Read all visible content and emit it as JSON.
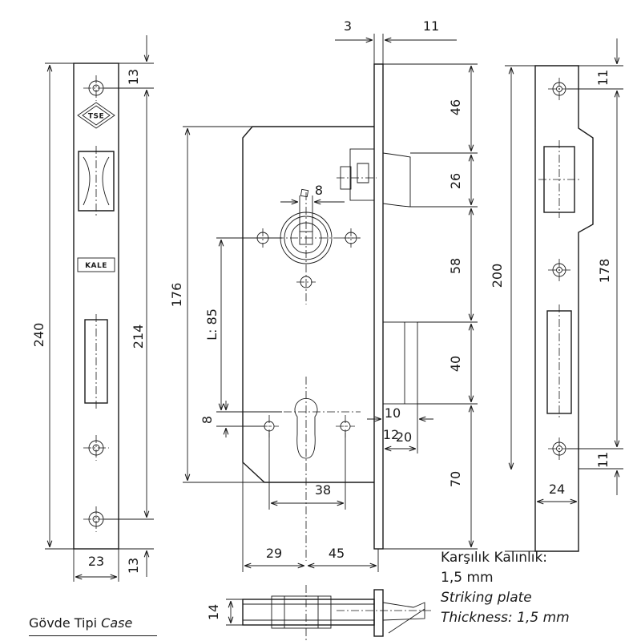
{
  "dimensions": {
    "faceplate_length": "240",
    "faceplate_screw_pitch": "214",
    "faceplate_top_offset": "13",
    "faceplate_bottom_offset": "13",
    "faceplate_width": "23",
    "case_height": "176",
    "backset_gap": "3",
    "faceplate_thickness": "11",
    "top_to_latch": "46",
    "latch_height": "26",
    "latch_to_bolt": "58",
    "bolt_height": "40",
    "bolt_to_bottom": "70",
    "spindle_square": "8",
    "centre_distance": "L: 85",
    "cylinder_offset": "8",
    "screw_hole_spacing": "38",
    "backset_29": "29",
    "backset_45": "45",
    "bolt_dim_10": "10",
    "bolt_dim_12": "12",
    "bolt_dim_20": "20",
    "strike_length": "200",
    "strike_screw_pitch": "178",
    "strike_top_offset": "11",
    "strike_bottom_offset": "11",
    "strike_width": "24",
    "case_depth": "14"
  },
  "logos": {
    "tse": "TSE",
    "brand": "KALE"
  },
  "note": {
    "line1": "Karşılık Kalınlık:",
    "line2": "1,5 mm",
    "line3": "Striking plate",
    "line4": "Thickness: 1,5 mm"
  },
  "case_label": {
    "tr": "Gövde Tipi",
    "en": "Case"
  }
}
